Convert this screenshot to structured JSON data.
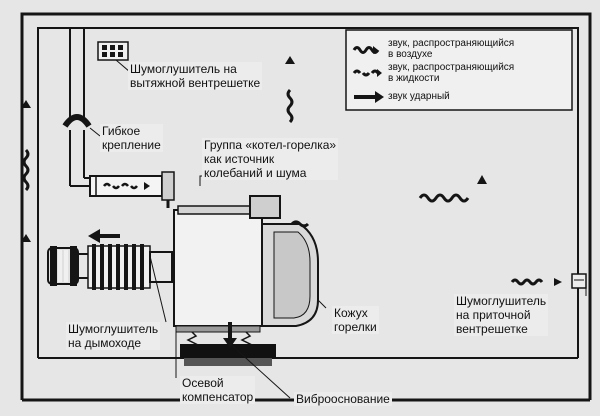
{
  "legend": {
    "air": [
      "звук, распространяющийся",
      "в воздухе"
    ],
    "liquid": [
      "звук, распространяющийся",
      "в жидкости"
    ],
    "impact": "звук ударный"
  },
  "labels": {
    "exhaust_silencer": [
      "Шумоглушитель на",
      "вытяжной вентрешетке"
    ],
    "flexible_mount": [
      "Гибкое",
      "крепление"
    ],
    "boiler_group": [
      "Группа «котел-горелка»",
      "как источник",
      "колебаний и шума"
    ],
    "chimney_silencer": [
      "Шумоглушитель",
      "на дымоходе"
    ],
    "burner_cover": [
      "Кожух",
      "горелки"
    ],
    "supply_silencer": [
      "Шумоглушитель",
      "на приточной",
      "вентрешетке"
    ],
    "axial_compensator": [
      "Осевой",
      "компенсатор"
    ],
    "vibration_base": "Виброоснование"
  },
  "colors": {
    "line": "#151515",
    "fill": "#cfcfcf",
    "wall": "#9a9a9a"
  }
}
